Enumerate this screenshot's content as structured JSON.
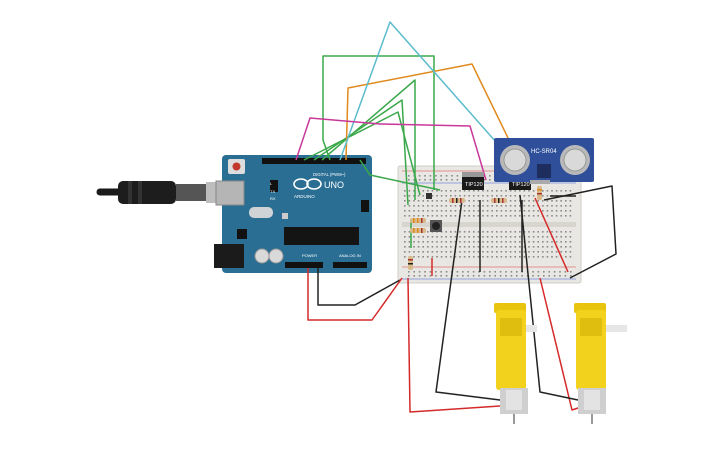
{
  "board": {
    "digital_label": "DIGITAL (PWM~)",
    "model_label": "UNO",
    "brand_label": "ARDUINO",
    "power_label": "POWER",
    "analog_label": "ANALOG IN",
    "tx_label": "TX",
    "rx_label": "RX",
    "l_label": "L"
  },
  "sensor": {
    "model_label": "HC-SR04"
  },
  "transistors": [
    {
      "label": "TIP120"
    },
    {
      "label": "TIP120"
    }
  ],
  "colors": {
    "board": "#2a6e93",
    "board_dark": "#1f5674",
    "breadboard": "#e9e7e3",
    "sensor": "#2f4f9a",
    "motor": "#f2d21c",
    "wire_red": "#d42a2a",
    "wire_black": "#222222",
    "wire_green": "#3aa84a",
    "wire_orange": "#e08a1e",
    "wire_magenta": "#c8389a",
    "wire_cyan": "#5bbccc"
  },
  "icons": [
    "usb-cable-icon",
    "dc-motor-icon",
    "push-button-icon",
    "resistor-icon",
    "ultrasonic-sensor-icon"
  ]
}
